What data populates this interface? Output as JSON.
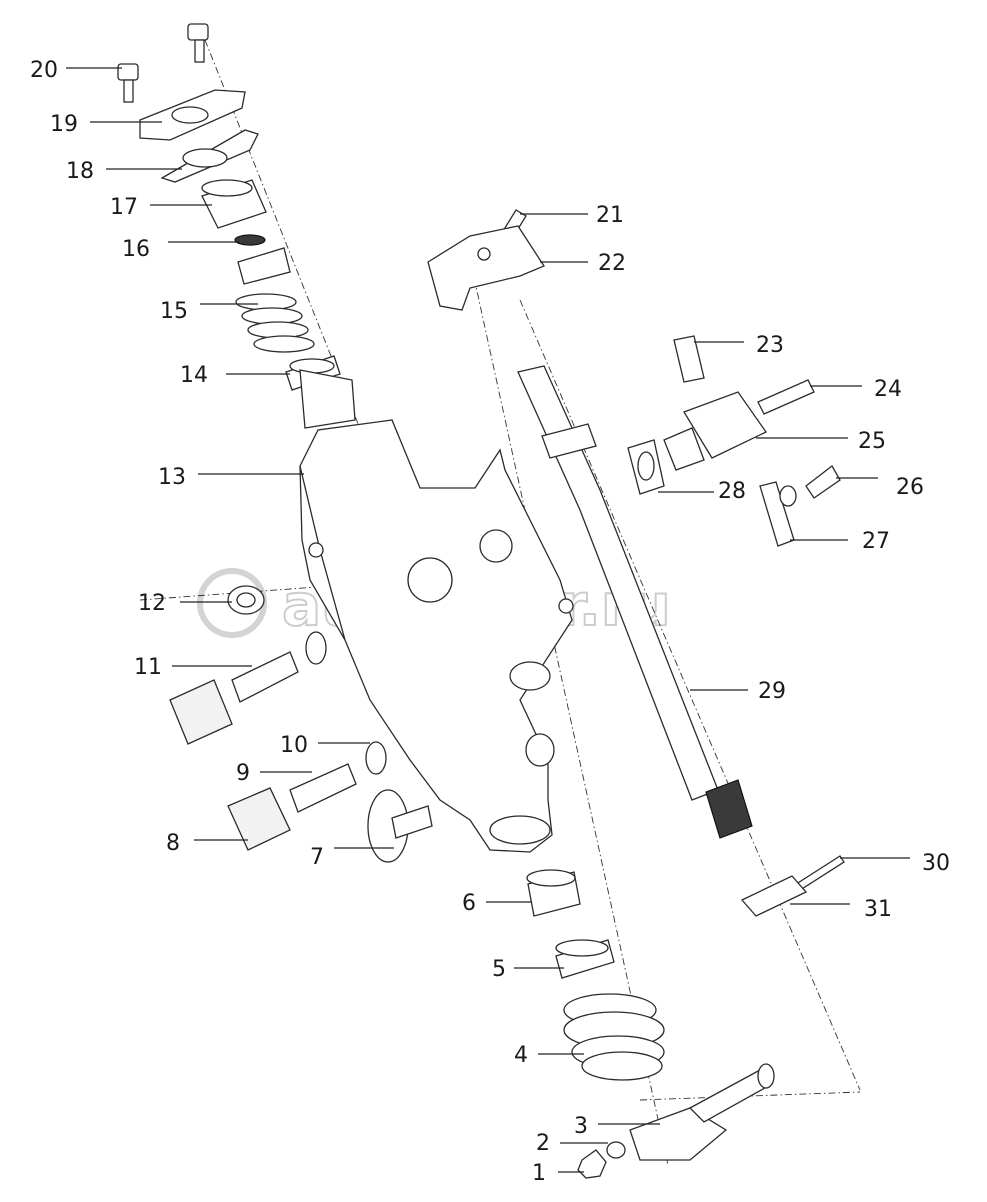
{
  "watermark": "autopiter.ru",
  "callouts": [
    {
      "id": "1",
      "label": "1"
    },
    {
      "id": "2",
      "label": "2"
    },
    {
      "id": "3",
      "label": "3"
    },
    {
      "id": "4",
      "label": "4"
    },
    {
      "id": "5",
      "label": "5"
    },
    {
      "id": "6",
      "label": "6"
    },
    {
      "id": "7",
      "label": "7"
    },
    {
      "id": "8",
      "label": "8"
    },
    {
      "id": "9",
      "label": "9"
    },
    {
      "id": "10",
      "label": "10"
    },
    {
      "id": "11",
      "label": "11"
    },
    {
      "id": "12",
      "label": "12"
    },
    {
      "id": "13",
      "label": "13"
    },
    {
      "id": "14",
      "label": "14"
    },
    {
      "id": "15",
      "label": "15"
    },
    {
      "id": "16",
      "label": "16"
    },
    {
      "id": "17",
      "label": "17"
    },
    {
      "id": "18",
      "label": "18"
    },
    {
      "id": "19",
      "label": "19"
    },
    {
      "id": "20",
      "label": "20"
    },
    {
      "id": "21",
      "label": "21"
    },
    {
      "id": "22",
      "label": "22"
    },
    {
      "id": "23",
      "label": "23"
    },
    {
      "id": "24",
      "label": "24"
    },
    {
      "id": "25",
      "label": "25"
    },
    {
      "id": "26",
      "label": "26"
    },
    {
      "id": "27",
      "label": "27"
    },
    {
      "id": "28",
      "label": "28"
    },
    {
      "id": "29",
      "label": "29"
    },
    {
      "id": "30",
      "label": "30"
    },
    {
      "id": "31",
      "label": "31"
    }
  ]
}
